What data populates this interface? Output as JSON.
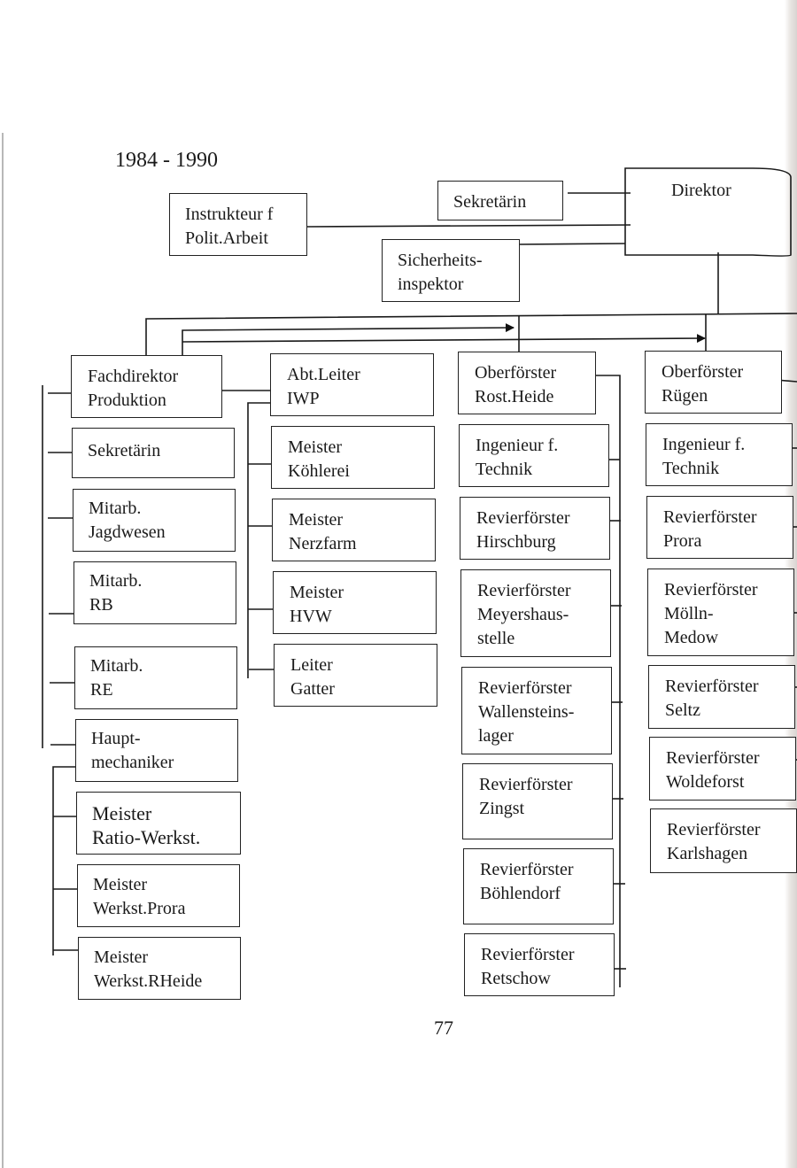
{
  "title": "1984 - 1990",
  "page_number": "77",
  "top": {
    "direktor": "Direktor",
    "sekretaerin": "Sekretärin",
    "instrukteur": "Instrukteur f\nPolit.Arbeit",
    "sicherheit": "Sicherheits-\ninspektor"
  },
  "col1": {
    "head": "Fachdirektor\nProduktion",
    "items": [
      "Sekretärin",
      "Mitarb.\nJagdwesen",
      "Mitarb.\nRB",
      "Mitarb.\nRE",
      "Haupt-\nmechaniker"
    ],
    "sub_items": [
      "Meister\nRatio-Werkst.",
      "Meister\nWerkst.Prora",
      "Meister\nWerkst.RHeide"
    ]
  },
  "col2": {
    "head": "Abt.Leiter\nIWP",
    "items": [
      "Meister\nKöhlerei",
      "Meister\nNerzfarm",
      "Meister\nHVW",
      "Leiter\nGatter"
    ]
  },
  "col3": {
    "head": "Oberförster\nRost.Heide",
    "items": [
      "Ingenieur f.\nTechnik",
      "Revierförster\nHirschburg",
      "Revierförster\nMeyershaus-\nstelle",
      "Revierförster\nWallensteins-\nlager",
      "Revierförster\nZingst",
      "Revierförster\nBöhlendorf",
      "Revierförster\nRetschow"
    ]
  },
  "col4": {
    "head": "Oberförster\nRügen",
    "items": [
      "Ingenieur f.\nTechnik",
      "Revierförster\nProra",
      "Revierförster\nMölln-\nMedow",
      "Revierförster\nSeltz",
      "Revierförster\nWoldeforst",
      "Revierförster\nKarlshagen"
    ]
  }
}
